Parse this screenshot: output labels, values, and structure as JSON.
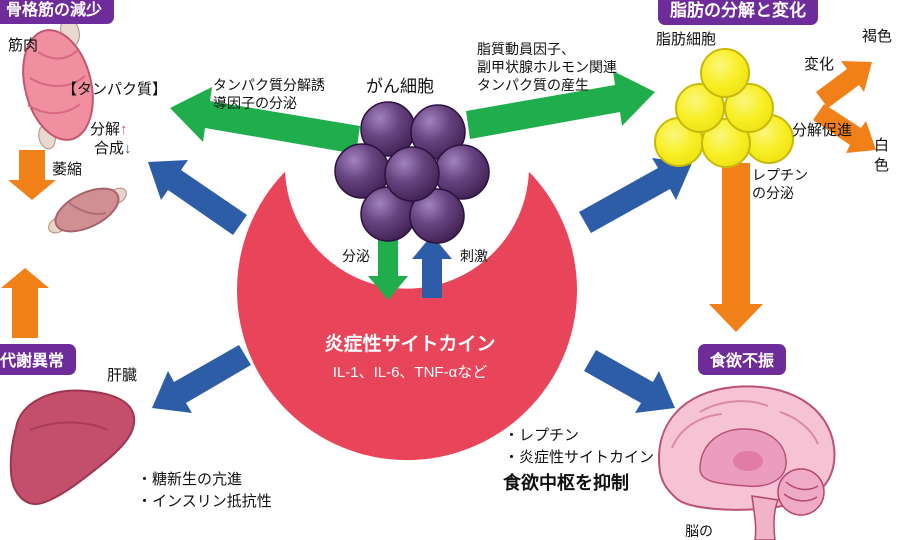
{
  "colors": {
    "badge_purple": "#6e2c9a",
    "arrow_green": "#1fae4b",
    "arrow_blue": "#2e5da7",
    "arrow_orange": "#f28018",
    "crescent_red": "#e9455a",
    "cancer_cell": "#4a2a63",
    "fat_cell": "#f7ee18"
  },
  "left": {
    "badge": "骨格筋の減少",
    "muscle_label": "筋肉",
    "protein_header": "【タンパク質】",
    "breakdown_label": "分解",
    "breakdown_mark": "↑",
    "synthesis_label": "合成",
    "synthesis_mark": "↓",
    "atrophy_label": "萎縮",
    "metabolic_badge": "代謝異常",
    "liver_label": "肝臓",
    "liver_points": [
      "・糖新生の亢進",
      "・インスリン抵抗性"
    ]
  },
  "center": {
    "cancer_label": "がん細胞",
    "left_factor": "タンパク質分解誘\n導因子の分泌",
    "right_factor": "脂質動員因子、\n副甲状腺ホルモン関連\nタンパク質の産生",
    "secretion_label": "分泌",
    "stimulation_label": "刺激",
    "cytokine_title": "炎症性サイトカイン",
    "cytokine_sub": "IL-1、IL-6、TNF-αなど"
  },
  "right": {
    "badge": "脂肪の分解と変化",
    "fat_label": "脂肪細胞",
    "change_label": "変化",
    "brown_label": "褐色",
    "promote_label": "分解促進",
    "white_label": "白色",
    "leptin_label": "レプチン\nの分泌",
    "appetite_badge": "食欲不振",
    "brain_points": [
      "・レプチン",
      "・炎症性サイトカイン"
    ],
    "suppress_label": "食欲中枢を抑制",
    "brain_caption": "脳の"
  }
}
